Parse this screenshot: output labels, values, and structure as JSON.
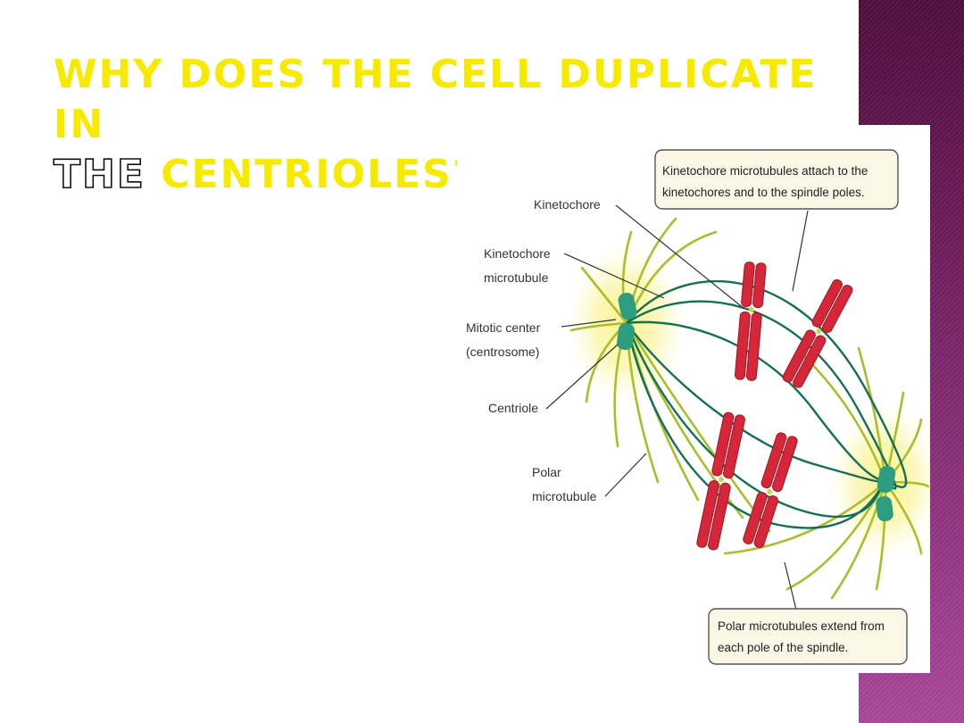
{
  "slide": {
    "title_line1": "WHY DOES THE CELL DUPLICATE IN",
    "title_line2_outlined": "THE",
    "title_line2_rest": " CENTRIOLES?"
  },
  "figure": {
    "labels": {
      "kinetochore": "Kinetochore",
      "kt_microtubule_line1": "Kinetochore",
      "kt_microtubule_line2": "microtubule",
      "mitotic_center_line1": "Mitotic center",
      "mitotic_center_line2": "(centrosome)",
      "centriole": "Centriole",
      "polar_line1": "Polar",
      "polar_line2": "microtubule"
    },
    "callouts": {
      "top_line1": "Kinetochore microtubules attach to the",
      "top_line2": "kinetochores and to the spindle poles.",
      "bottom_line1": "Polar microtubules extend from",
      "bottom_line2": "each pole of the spindle."
    }
  },
  "colors": {
    "title": "#f5ea00",
    "sidebar": "#6a1a57",
    "chromosome": "#d4283a",
    "kinetochore_microtubule": "#137055",
    "polar_microtubule": "#a9bf2a",
    "centrosome_glow": "#fbf28a",
    "centriole": "#2c9e7f"
  }
}
